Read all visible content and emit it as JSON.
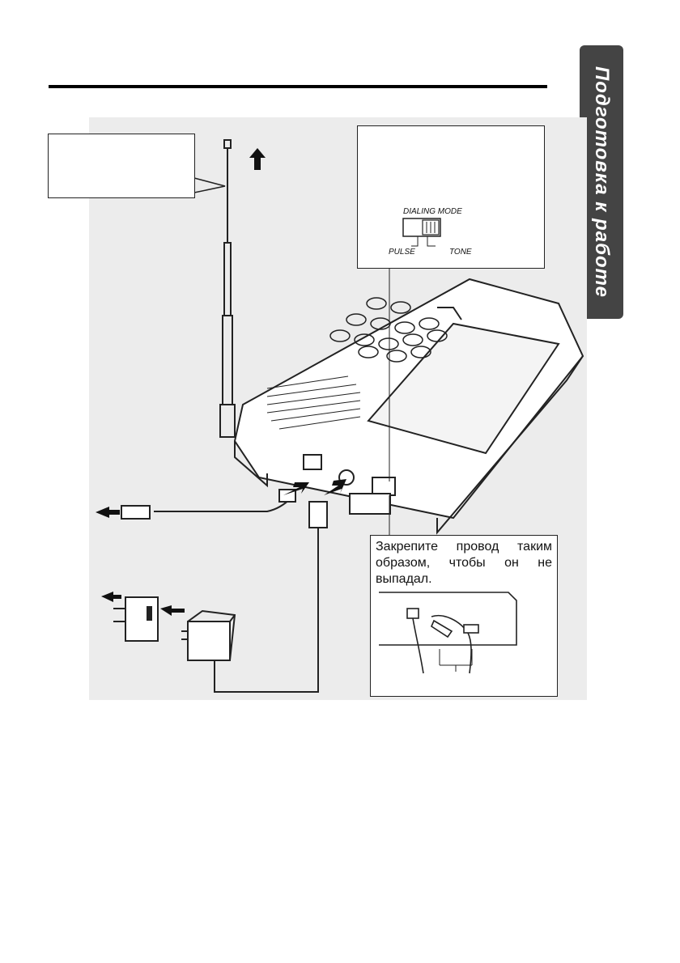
{
  "side_tab": {
    "label": "Подготовка к работе"
  },
  "dialing_mode_switch": {
    "title": "DIALING MODE",
    "left_label": "PULSE",
    "right_label": "TONE",
    "position": "TONE"
  },
  "cord_tip": {
    "text": "Закрепите провод таким образом, чтобы он не выпадал."
  },
  "icons": [
    "up-arrow-icon",
    "left-arrow-icon",
    "plug-in-arrow-icon"
  ]
}
